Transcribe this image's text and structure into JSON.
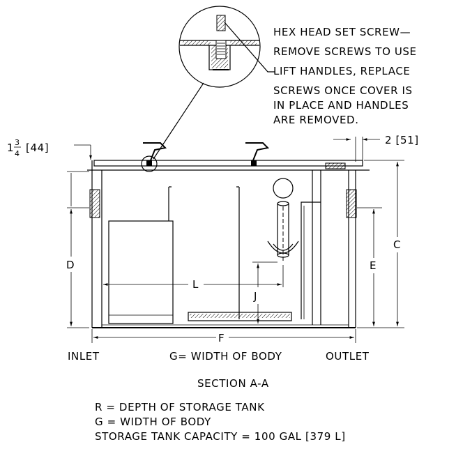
{
  "note": {
    "lines": [
      "HEX HEAD SET SCREW—",
      "REMOVE SCREWS TO USE",
      "LIFT HANDLES, REPLACE",
      "SCREWS ONCE COVER IS",
      "IN PLACE AND HANDLES",
      "ARE REMOVED."
    ]
  },
  "dimensions": {
    "top_thickness": {
      "whole": "1",
      "num": "3",
      "den": "4",
      "metric": "[44]"
    },
    "flange": "2 [51]",
    "C": "C",
    "D": "D",
    "E": "E",
    "F": "F",
    "J": "J",
    "L": "L"
  },
  "labels": {
    "inlet": "INLET",
    "body_width": "G= WIDTH OF BODY",
    "outlet": "OUTLET",
    "section": "SECTION A-A"
  },
  "legend": {
    "r": "R = DEPTH OF STORAGE TANK",
    "g": "G = WIDTH OF BODY",
    "capacity": "STORAGE TANK CAPACITY = 100 GAL [379 L]"
  }
}
